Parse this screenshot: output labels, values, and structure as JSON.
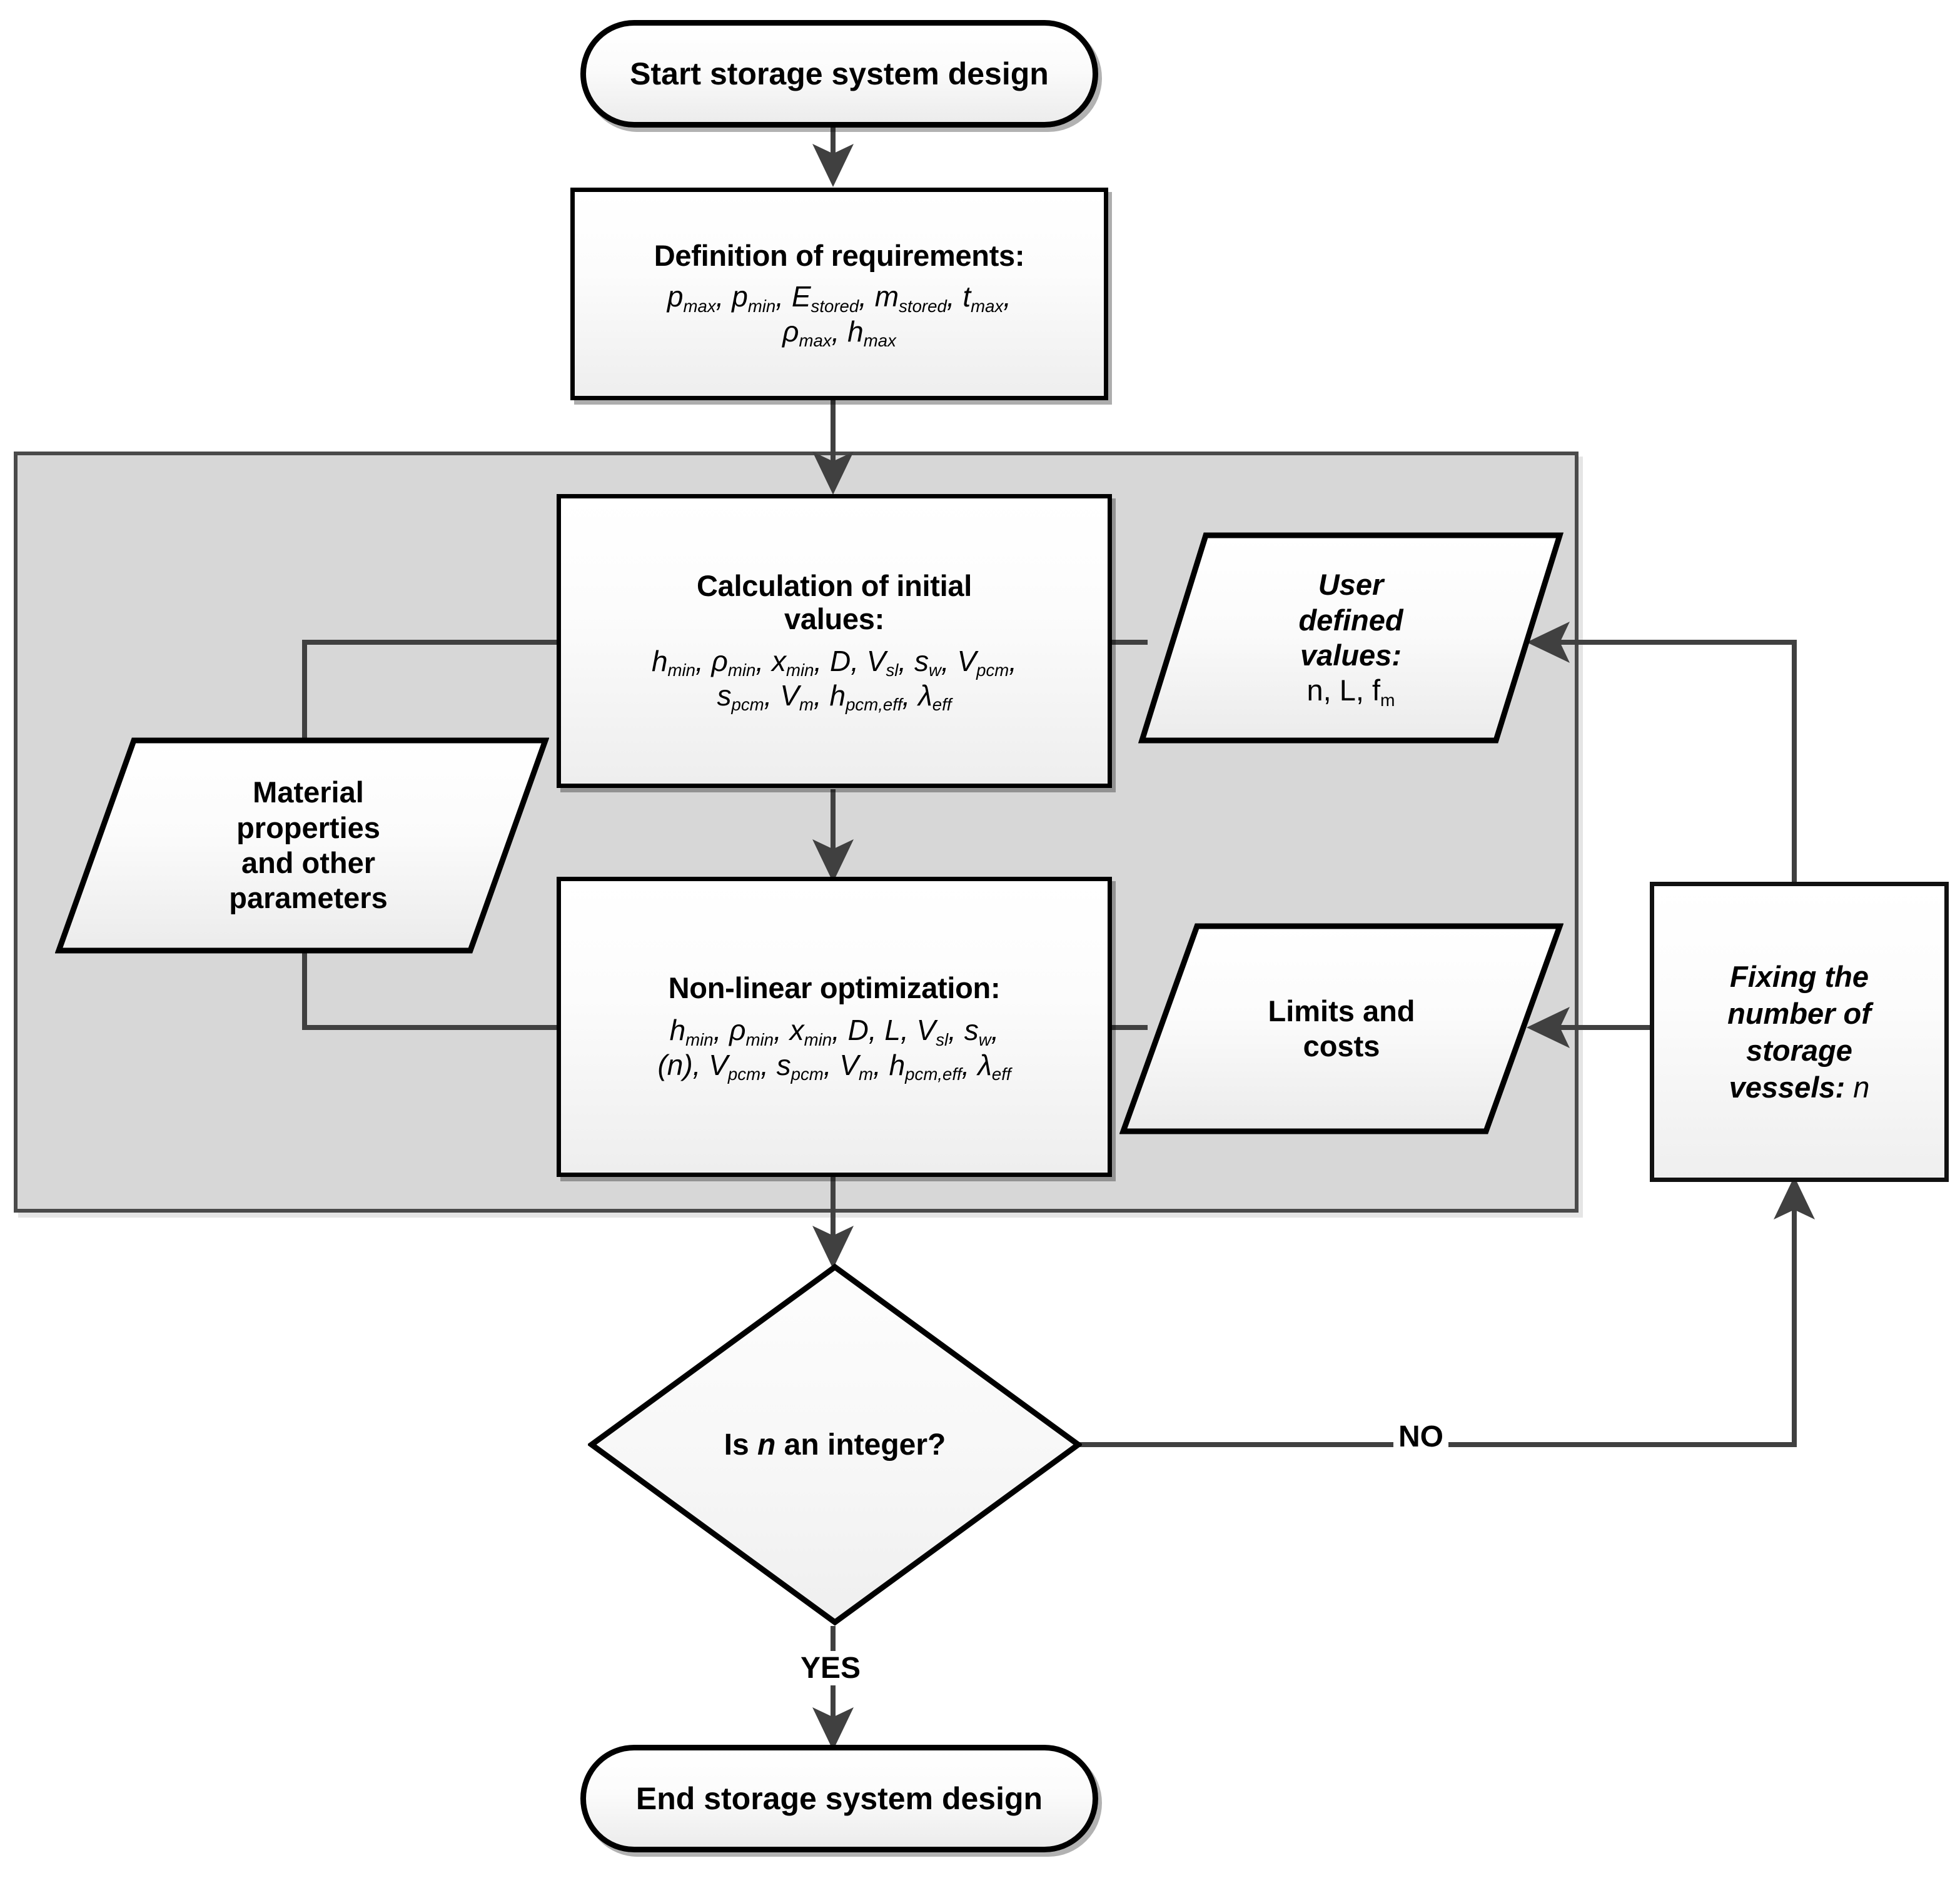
{
  "diagram": {
    "title": "Storage system design flowchart",
    "colors": {
      "band_fill": "#d7d7d7",
      "band_border": "#4a4a4a",
      "node_border": "#000000",
      "wire": "#404040",
      "text": "#000000"
    }
  },
  "nodes": {
    "start": {
      "label": "Start storage system design",
      "shape": "terminal"
    },
    "requirements": {
      "title": "Definition of requirements:",
      "vars_line1": "p_max, p_min, E_stored, m_stored, t_max,",
      "vars_line2": "ρ_max, h_max",
      "shape": "process"
    },
    "initial_values": {
      "title_line1": "Calculation of initial",
      "title_line2": "values:",
      "vars_line1": "h_min, ρ_min, x_min, D, V_sl, s_w, V_pcm,",
      "vars_line2": "s_pcm, V_m, h_pcm,eff, λ_eff",
      "shape": "process"
    },
    "optimization": {
      "title": "Non-linear optimization:",
      "vars_line1": "h_min, ρ_min, x_min, D, L, V_sl, s_w,",
      "vars_line2": "(n), V_pcm, s_pcm, V_m, h_pcm,eff, λ_eff",
      "shape": "process"
    },
    "user_values": {
      "title_line1": "User",
      "title_line2": "defined",
      "title_line3": "values:",
      "vars": "n, L, f_m",
      "shape": "parallelogram-io"
    },
    "material_properties": {
      "line1": "Material",
      "line2": "properties",
      "line3": "and other",
      "line4": "parameters",
      "shape": "parallelogram-io"
    },
    "limits_costs": {
      "line1": "Limits and",
      "line2": "costs",
      "shape": "parallelogram-io"
    },
    "fixing_n": {
      "line1": "Fixing the",
      "line2": "number of",
      "line3": "storage",
      "line4": "vessels:",
      "var": "n",
      "shape": "process"
    },
    "decision": {
      "prefix": "Is ",
      "var": "n",
      "suffix": " an integer?",
      "shape": "diamond"
    },
    "end": {
      "label": "End storage system design",
      "shape": "terminal"
    }
  },
  "edge_labels": {
    "no": "NO",
    "yes": "YES"
  }
}
